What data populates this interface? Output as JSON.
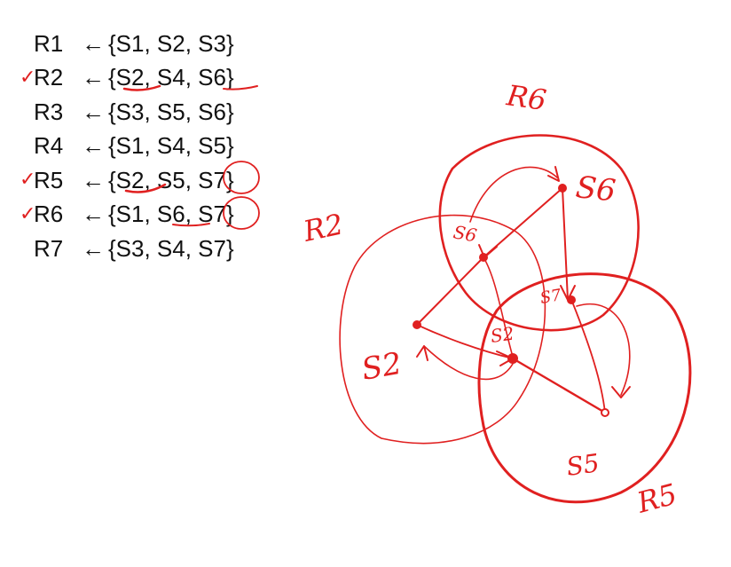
{
  "colors": {
    "ink": "#e02020",
    "text": "#111111",
    "background": "#ffffff"
  },
  "rules": [
    {
      "lhs": "R1",
      "arrow": "←",
      "rhs": "{S1, S2, S3}",
      "checked": false
    },
    {
      "lhs": "R2",
      "arrow": "←",
      "rhs": "{S2, S4, S6}",
      "checked": true
    },
    {
      "lhs": "R3",
      "arrow": "←",
      "rhs": "{S3, S5, S6}",
      "checked": false
    },
    {
      "lhs": "R4",
      "arrow": "←",
      "rhs": "{S1, S4, S5}",
      "checked": false
    },
    {
      "lhs": "R5",
      "arrow": "←",
      "rhs": "{S2, S5, S7}",
      "checked": true
    },
    {
      "lhs": "R6",
      "arrow": "←",
      "rhs": "{S1, S6, S7}",
      "checked": true
    },
    {
      "lhs": "R7",
      "arrow": "←",
      "rhs": "{S3, S4, S7}",
      "checked": false
    }
  ],
  "check_glyph": "✓",
  "diagram": {
    "circles": [
      {
        "id": "R2",
        "label": "R2"
      },
      {
        "id": "R6",
        "label": "R6"
      },
      {
        "id": "R5",
        "label": "R5"
      }
    ],
    "nodes": [
      {
        "id": "S2a",
        "label": "S2"
      },
      {
        "id": "S6a",
        "label": "S6"
      },
      {
        "id": "S6b",
        "label": "S6"
      },
      {
        "id": "S7",
        "label": "S7"
      },
      {
        "id": "S2b",
        "label": "S2"
      },
      {
        "id": "S5",
        "label": "S5"
      }
    ]
  }
}
